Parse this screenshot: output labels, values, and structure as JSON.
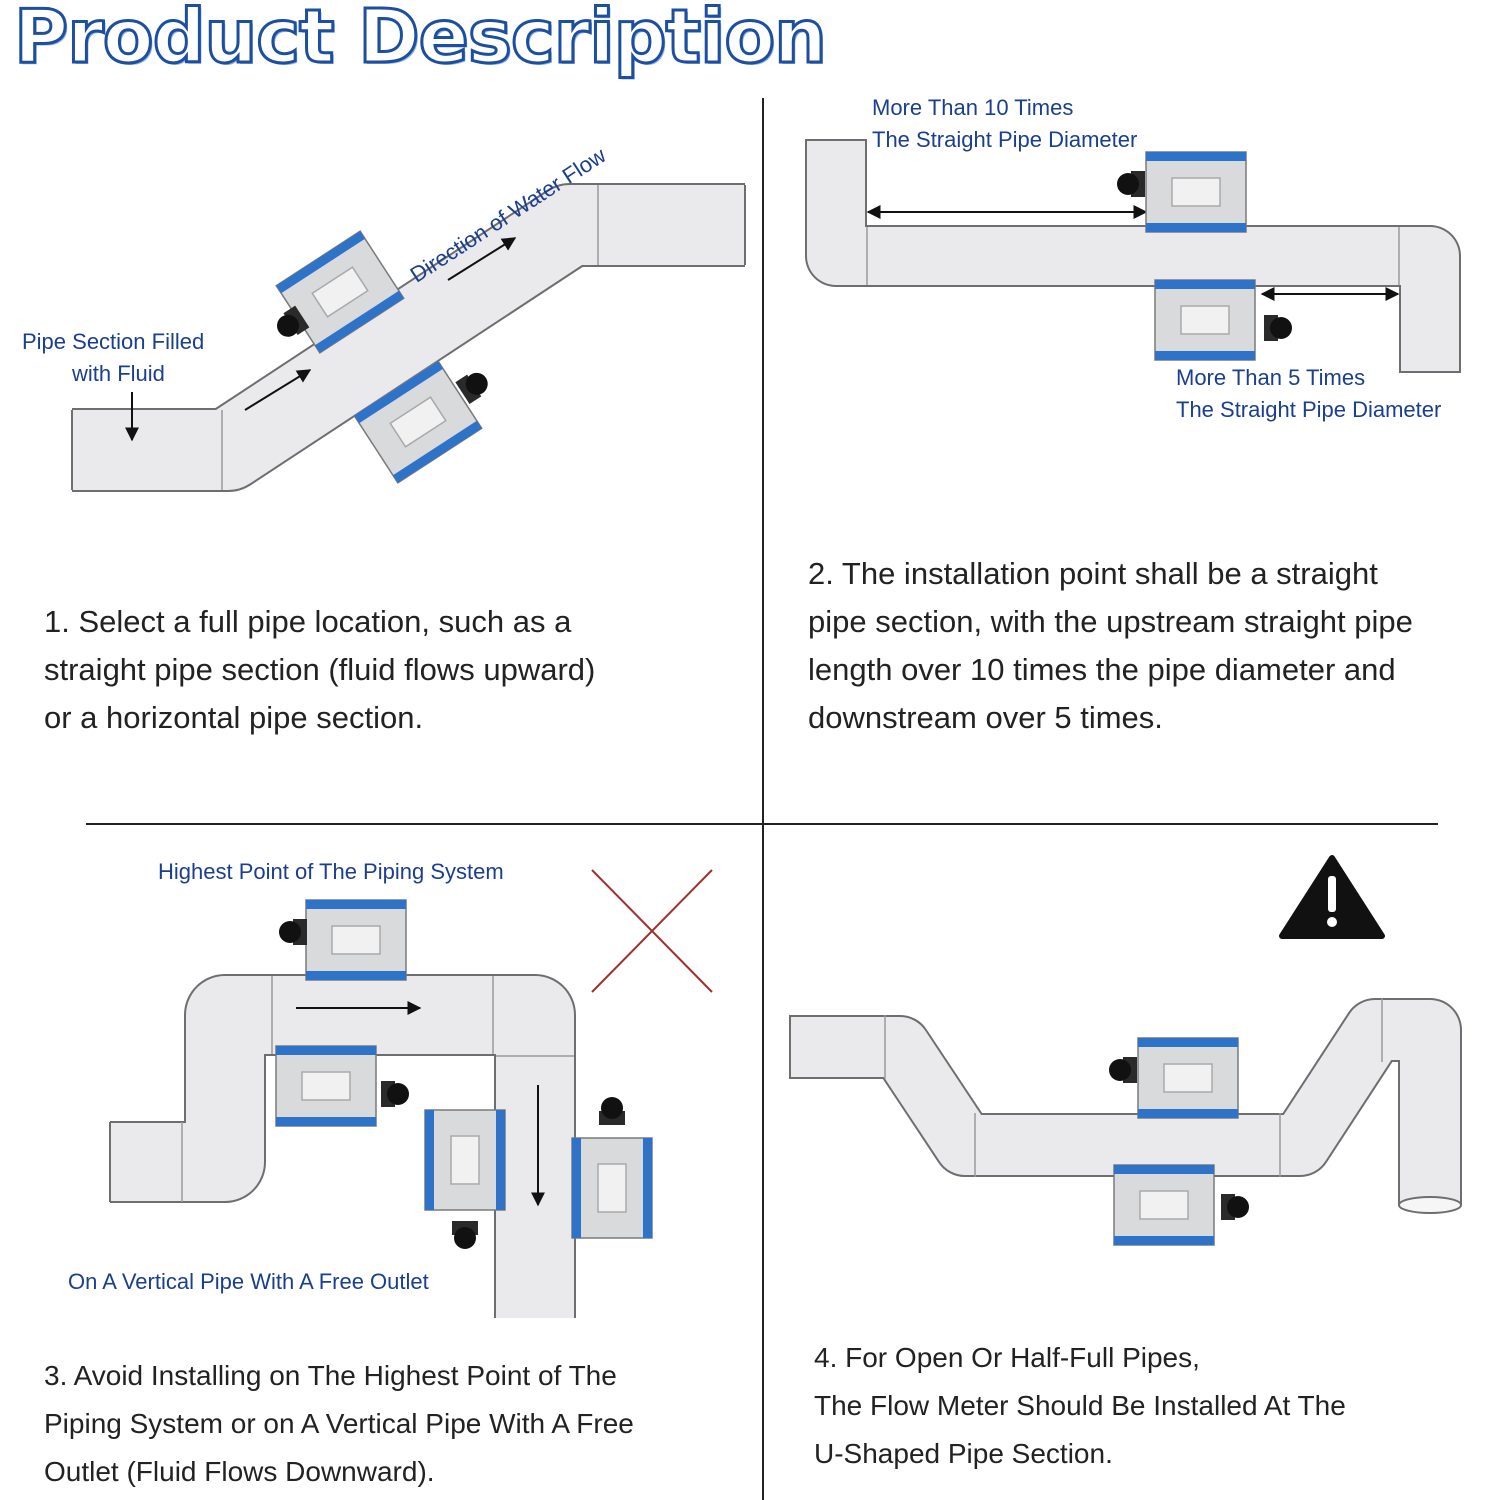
{
  "title": "Product Description",
  "panel1": {
    "label_fluid_line1": "Pipe Section Filled",
    "label_fluid_line2": "with Fluid",
    "label_flow": "Direction of Water Flow",
    "caption_line1": "1. Select a full pipe location, such as a",
    "caption_line2": "straight pipe section (fluid flows upward)",
    "caption_line3": "or a horizontal pipe section."
  },
  "panel2": {
    "label_upstream_line1": "More Than 10 Times",
    "label_upstream_line2": "The Straight Pipe Diameter",
    "label_downstream_line1": "More Than 5 Times",
    "label_downstream_line2": "The Straight Pipe Diameter",
    "caption_line1": "2. The installation point shall be a straight",
    "caption_line2": "pipe section, with the upstream straight pipe",
    "caption_line3": "length over 10 times the pipe diameter and",
    "caption_line4": "downstream over 5 times."
  },
  "panel3": {
    "label_highest": "Highest Point of The Piping System",
    "label_vertical": "On A Vertical Pipe With A Free Outlet",
    "caption_line1": "3. Avoid Installing on The Highest Point of The",
    "caption_line2": "Piping System or on A Vertical Pipe With A Free",
    "caption_line3": "Outlet (Fluid Flows Downward)."
  },
  "panel4": {
    "caption_line1": "4. For Open Or Half-Full Pipes,",
    "caption_line2": "The Flow Meter Should Be Installed At The",
    "caption_line3": "U-Shaped Pipe Section."
  },
  "colors": {
    "title_stroke": "#1c4fa0",
    "label_text": "#1b3f8f",
    "pipe_fill": "#eaeaec",
    "pipe_stroke": "#6e6e70",
    "meter_blue": "#2f73c9",
    "meter_body": "#d9dadc",
    "cross_red": "#a0302a"
  },
  "icons": [
    "warning-icon",
    "cross-mark-icon",
    "flow-arrow-icon",
    "cable-gland-icon"
  ]
}
